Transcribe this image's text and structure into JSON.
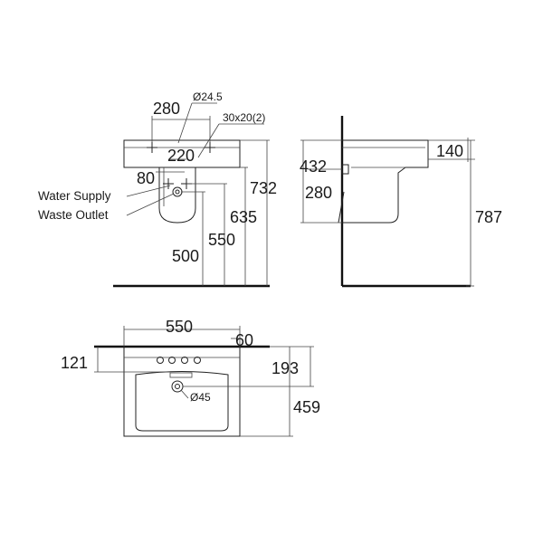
{
  "front_view": {
    "dims": {
      "d280": "280",
      "d24_5": "Ø24.5",
      "d30x20": "30x20(2)",
      "d220": "220",
      "d80": "80",
      "d732": "732",
      "d635": "635",
      "d550": "550",
      "d500": "500"
    },
    "labels": {
      "water_supply": "Water Supply",
      "waste_outlet": "Waste Outlet"
    }
  },
  "side_view": {
    "dims": {
      "d432": "432",
      "d140": "140",
      "d280": "280",
      "d787": "787"
    }
  },
  "top_view": {
    "dims": {
      "d550": "550",
      "d60": "60",
      "d121": "121",
      "d193": "193",
      "d45": "Ø45",
      "d459": "459"
    }
  }
}
